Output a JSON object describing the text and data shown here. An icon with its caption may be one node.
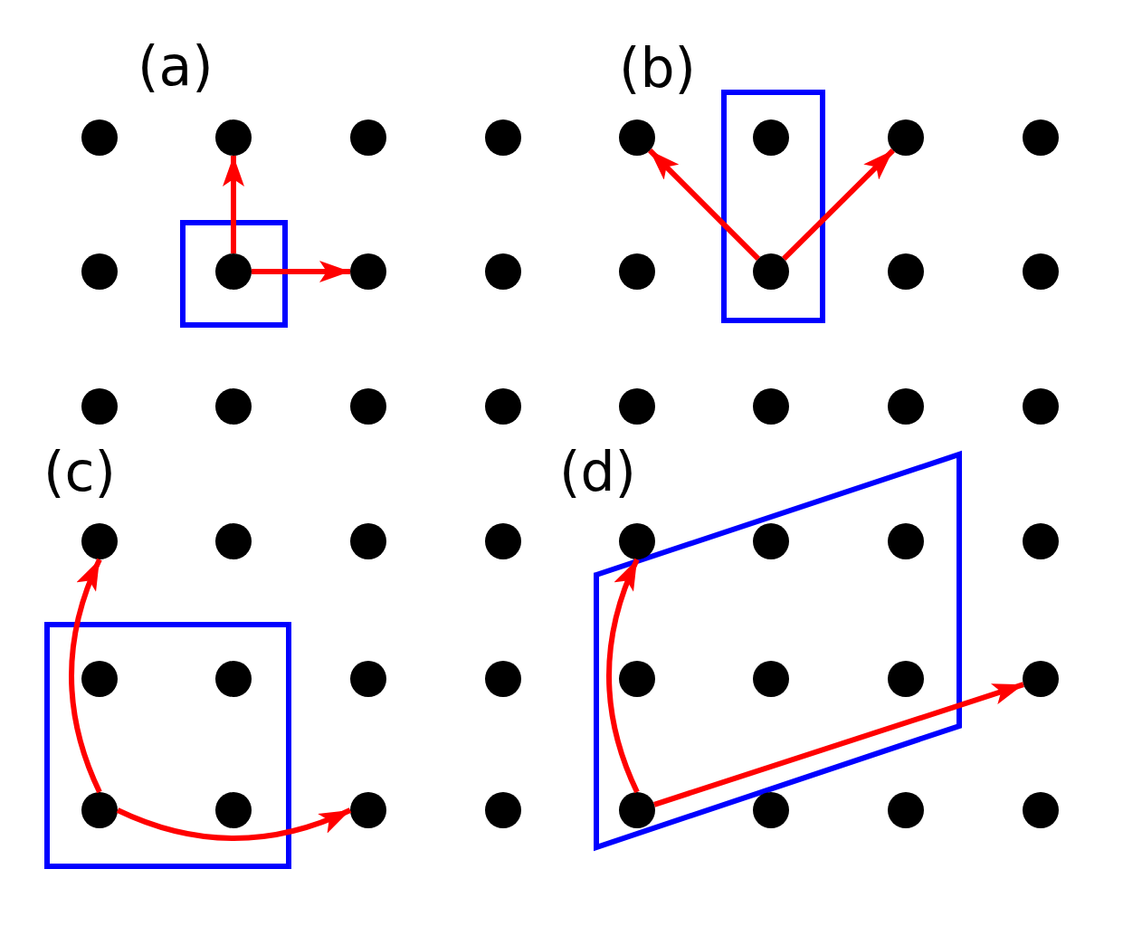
{
  "diagram": {
    "nodes": [
      {
        "text": [],
        "shape": "circle"
      },
      {
        "text": [],
        "shape": "circle"
      },
      {
        "text": [],
        "shape": "circle"
      },
      {
        "text": [],
        "shape": "circle"
      },
      {
        "text": [],
        "shape": "circle"
      },
      {
        "text": [],
        "shape": "circle"
      },
      {
        "text": [],
        "shape": "circle"
      },
      {
        "text": [],
        "shape": "circle"
      },
      {
        "text": [],
        "shape": "circle"
      },
      {
        "text": [],
        "shape": "circle"
      },
      {
        "text": [],
        "shape": "circle"
      },
      {
        "text": [],
        "shape": "circle"
      },
      {
        "text": [],
        "shape": "circle"
      },
      {
        "text": [],
        "shape": "circle"
      },
      {
        "text": [],
        "shape": "circle"
      },
      {
        "text": [],
        "shape": "circle"
      },
      {
        "text": [],
        "shape": "circle"
      },
      {
        "text": [],
        "shape": "circle"
      },
      {
        "text": [],
        "shape": "circle"
      },
      {
        "text": [],
        "shape": "circle"
      },
      {
        "text": [],
        "shape": "circle"
      },
      {
        "text": [],
        "shape": "circle"
      },
      {
        "text": [],
        "shape": "circle"
      },
      {
        "text": [],
        "shape": "circle"
      },
      {
        "text": [],
        "shape": "circle"
      },
      {
        "text": [],
        "shape": "circle"
      },
      {
        "text": [],
        "shape": "circle"
      },
      {
        "text": [],
        "shape": "circle"
      },
      {
        "text": [],
        "shape": "circle"
      },
      {
        "text": [],
        "shape": "circle"
      },
      {
        "text": [],
        "shape": "circle"
      },
      {
        "text": [],
        "shape": "circle"
      },
      {
        "text": [],
        "shape": "circle"
      },
      {
        "text": [],
        "shape": "circle"
      },
      {
        "text": [],
        "shape": "circle"
      },
      {
        "text": [],
        "shape": "circle"
      },
      {
        "text": [],
        "shape": "circle"
      },
      {
        "text": [],
        "shape": "circle"
      },
      {
        "text": [],
        "shape": "circle"
      },
      {
        "text": [],
        "shape": "circle"
      },
      {
        "text": [],
        "shape": "circle"
      },
      {
        "text": [],
        "shape": "circle"
      },
      {
        "text": [],
        "shape": "circle"
      },
      {
        "text": [],
        "shape": "circle"
      },
      {
        "text": [],
        "shape": "circle"
      },
      {
        "text": [],
        "shape": "circle"
      },
      {
        "text": [],
        "shape": "circle"
      },
      {
        "text": [],
        "shape": "circle"
      }
    ],
    "edges": [
      {
        "from": 9,
        "to": 1,
        "arrow": "to"
      },
      {
        "from": 9,
        "to": 10,
        "arrow": "to"
      },
      {
        "from": 13,
        "to": 4,
        "arrow": "to"
      },
      {
        "from": 13,
        "to": 6,
        "arrow": "to"
      },
      {
        "from": 40,
        "to": 24,
        "arrow": "to"
      },
      {
        "from": 40,
        "to": 42,
        "arrow": "to"
      },
      {
        "from": 44,
        "to": 28,
        "arrow": "to"
      },
      {
        "from": 44,
        "to": 39,
        "arrow": "to"
      }
    ],
    "labels": [
      "(a)",
      "(b)",
      "(c)",
      "(d)"
    ]
  }
}
